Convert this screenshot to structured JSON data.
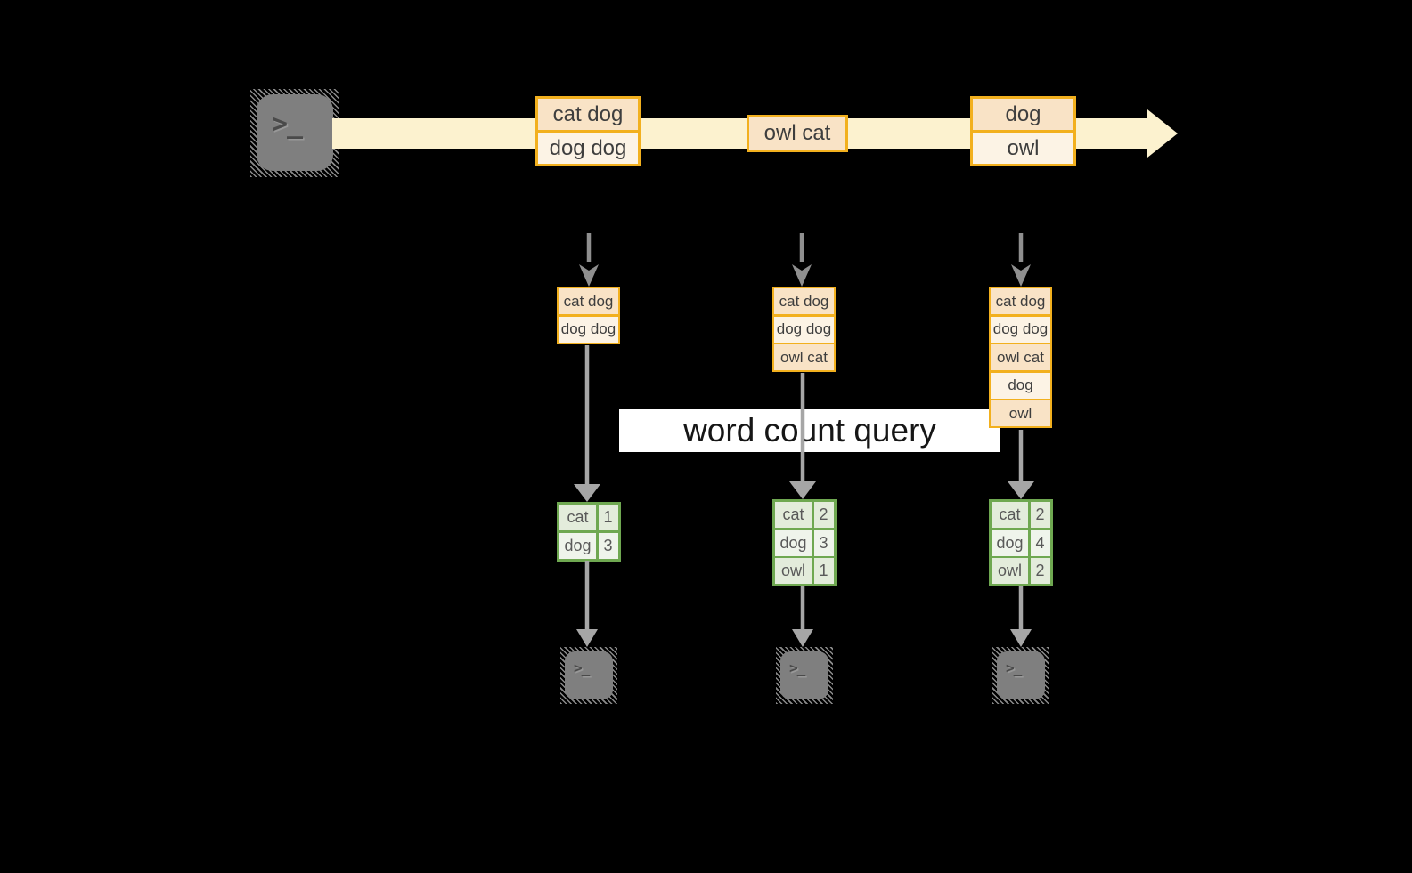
{
  "query": {
    "label": "word count query"
  },
  "producer": {
    "icon": "terminal",
    "prompt": ">_"
  },
  "stream": {
    "events": [
      {
        "lines": [
          "cat dog",
          "dog dog"
        ]
      },
      {
        "lines": [
          "owl cat"
        ]
      },
      {
        "lines": [
          "dog",
          "owl"
        ]
      }
    ]
  },
  "columns": [
    {
      "buffer": [
        "cat dog",
        "dog dog"
      ],
      "counts": [
        {
          "word": "cat",
          "count": "1"
        },
        {
          "word": "dog",
          "count": "3"
        }
      ],
      "consumer_prompt": ">_"
    },
    {
      "buffer": [
        "cat dog",
        "dog dog",
        "owl cat"
      ],
      "counts": [
        {
          "word": "cat",
          "count": "2"
        },
        {
          "word": "dog",
          "count": "3"
        },
        {
          "word": "owl",
          "count": "1"
        }
      ],
      "consumer_prompt": ">_"
    },
    {
      "buffer": [
        "cat dog",
        "dog dog",
        "owl cat",
        "dog",
        "owl"
      ],
      "counts": [
        {
          "word": "cat",
          "count": "2"
        },
        {
          "word": "dog",
          "count": "4"
        },
        {
          "word": "owl",
          "count": "2"
        }
      ],
      "consumer_prompt": ">_"
    }
  ],
  "colors": {
    "background": "#000000",
    "stream_band": "#FCF2CF",
    "event_border": "#F2B01E",
    "event_fill_dark": "#F9E3C6",
    "event_fill_light": "#FCF3E5",
    "table_border": "#6FA851",
    "table_fill_dark": "#E3ECDB",
    "table_fill_light": "#EFF4EB",
    "arrow_gray": "#A6A6A6",
    "dashed_arrow_gray": "#8F8F8F",
    "terminal_gray": "#7F7F7F",
    "query_band": "#FFFFFF"
  }
}
